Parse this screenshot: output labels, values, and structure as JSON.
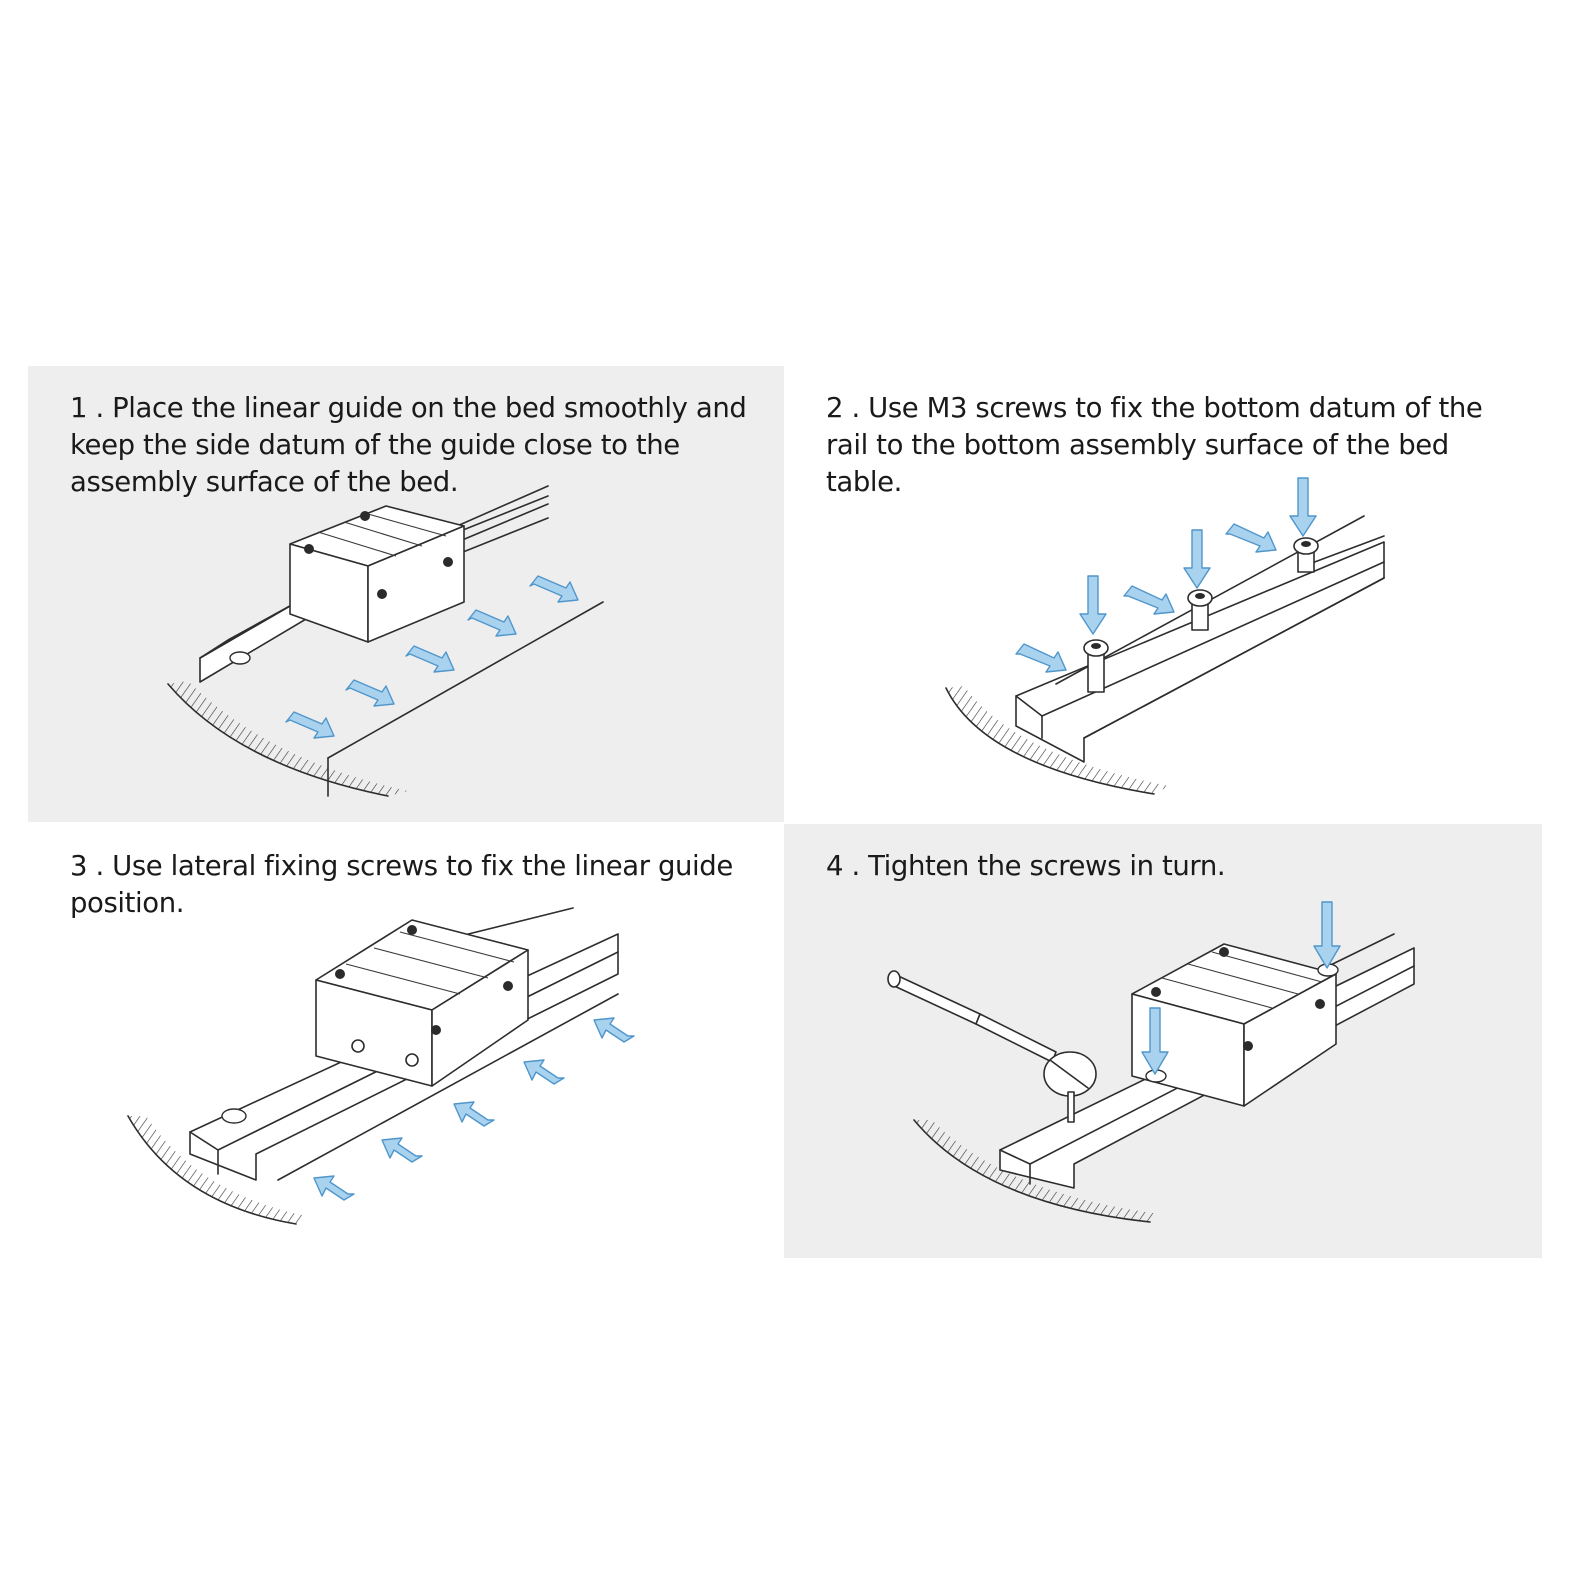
{
  "accent_color": "#a9d2ef",
  "panel_background": "#eeeeee",
  "steps": [
    {
      "number": "1",
      "text": "1 . Place the linear guide on the bed smoothly and keep the side datum of the guide close to the assembly surface of the bed."
    },
    {
      "number": "2",
      "text": "2 . Use M3 screws to fix the bottom datum of the rail to the bottom assembly surface of the bed table."
    },
    {
      "number": "3",
      "text": "3 . Use lateral fixing screws to fix the linear guide position."
    },
    {
      "number": "4",
      "text": "4 . Tighten the screws in turn."
    }
  ],
  "icons": [
    "arrow-icon",
    "screw-icon",
    "wrench-icon"
  ]
}
